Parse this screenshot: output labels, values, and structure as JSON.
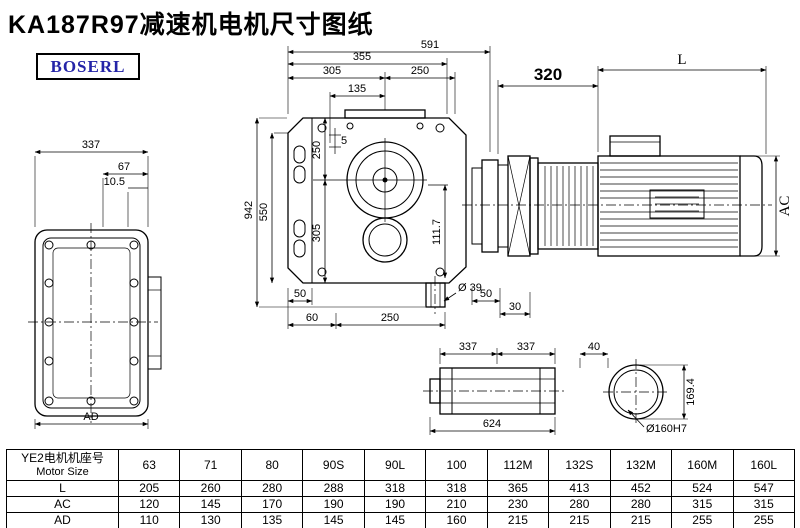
{
  "page": {
    "title": "KA187R97减速机电机尺寸图纸",
    "logo": "BOSERL"
  },
  "dims": {
    "side_337": "337",
    "side_67": "67",
    "side_10_5": "10.5",
    "side_ad": "AD",
    "main_591": "591",
    "main_355": "355",
    "main_305_top": "305",
    "main_250_top": "250",
    "main_135": "135",
    "main_250_left": "250",
    "main_5": "5",
    "main_305_left": "305",
    "main_550": "550",
    "main_942": "942",
    "main_111_7": "111.7",
    "main_50_left": "50",
    "main_60": "60",
    "main_250_bottom": "250",
    "main_dia39": "Ø 39",
    "main_30": "30",
    "main_50_right": "50",
    "motor_320": "320",
    "motor_L": "L",
    "motor_AC": "AC",
    "shaft_337_a": "337",
    "shaft_337_b": "337",
    "shaft_624": "624",
    "end_40": "40",
    "end_169_4": "169.4",
    "end_dia160": "Ø160H7"
  },
  "table": {
    "header": {
      "line1": "YE2电机机座号",
      "line2": "Motor Size"
    },
    "sizes": [
      "63",
      "71",
      "80",
      "90S",
      "90L",
      "100",
      "112M",
      "132S",
      "132M",
      "160M",
      "160L"
    ],
    "rows": [
      {
        "label": "L",
        "values": [
          "205",
          "260",
          "280",
          "288",
          "318",
          "318",
          "365",
          "413",
          "452",
          "524",
          "547"
        ]
      },
      {
        "label": "AC",
        "values": [
          "120",
          "145",
          "170",
          "190",
          "190",
          "210",
          "230",
          "280",
          "280",
          "315",
          "315"
        ]
      },
      {
        "label": "AD",
        "values": [
          "110",
          "130",
          "135",
          "145",
          "145",
          "160",
          "215",
          "215",
          "215",
          "255",
          "255"
        ]
      }
    ]
  }
}
